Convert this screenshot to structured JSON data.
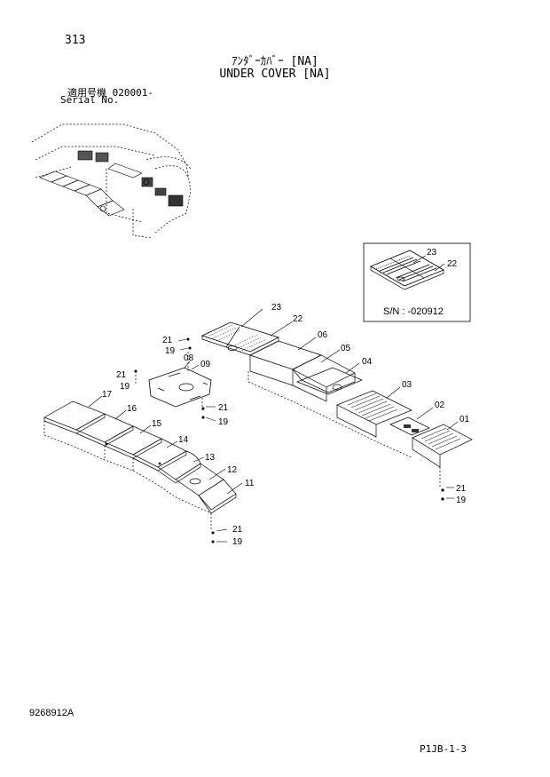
{
  "header": {
    "page_no": "313",
    "title_jp": "ｱﾝﾀﾞｰｶﾊﾞｰ [NA]",
    "title_en": "UNDER COVER [NA]",
    "serial_label_jp": "適用号機",
    "serial_value": "020001-",
    "serial_label_en": "Serial No."
  },
  "inset": {
    "serial_text": "S/N : -020912",
    "labels": [
      "23",
      "22"
    ]
  },
  "part_labels": {
    "p01": "01",
    "p02": "02",
    "p03": "03",
    "p04": "04",
    "p05": "05",
    "p06": "06",
    "p08": "08",
    "p09": "09",
    "p11": "11",
    "p12": "12",
    "p13": "13",
    "p14": "14",
    "p15": "15",
    "p16": "16",
    "p17": "17",
    "p19": "19",
    "p21": "21",
    "p22": "22",
    "p23": "23"
  },
  "footer": {
    "doc_no": "9268912A",
    "page_ref": "P1JB-1-3"
  }
}
